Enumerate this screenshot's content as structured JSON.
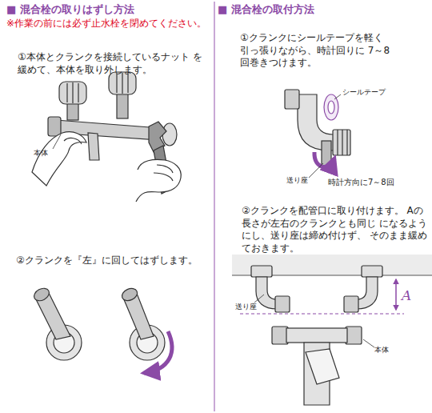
{
  "diagram": {
    "labels": [
      "■ 混合栓の取りはずし方法",
      "※作業の前には必ず止水栓を閉めてください。",
      "①本体とクランクを接続しているナット を緩めて、本体を取り外します。",
      "本体",
      "②クランクを『左』に回してはずします。",
      "■ 混合栓の取付方法",
      "①クランクにシールテープを軽く 引っ張りながら、時計回りに 7～8回巻きつけます。",
      "シールテープ",
      "送り座",
      "時計方向に7～8回",
      "②クランクを配管口に取り付けます。 Aの長さが左右のクランクとも同じ になるようにし、送り座は締め付けず、 そのまま緩めておきます。",
      "送り座",
      "A",
      "本体"
    ]
  }
}
